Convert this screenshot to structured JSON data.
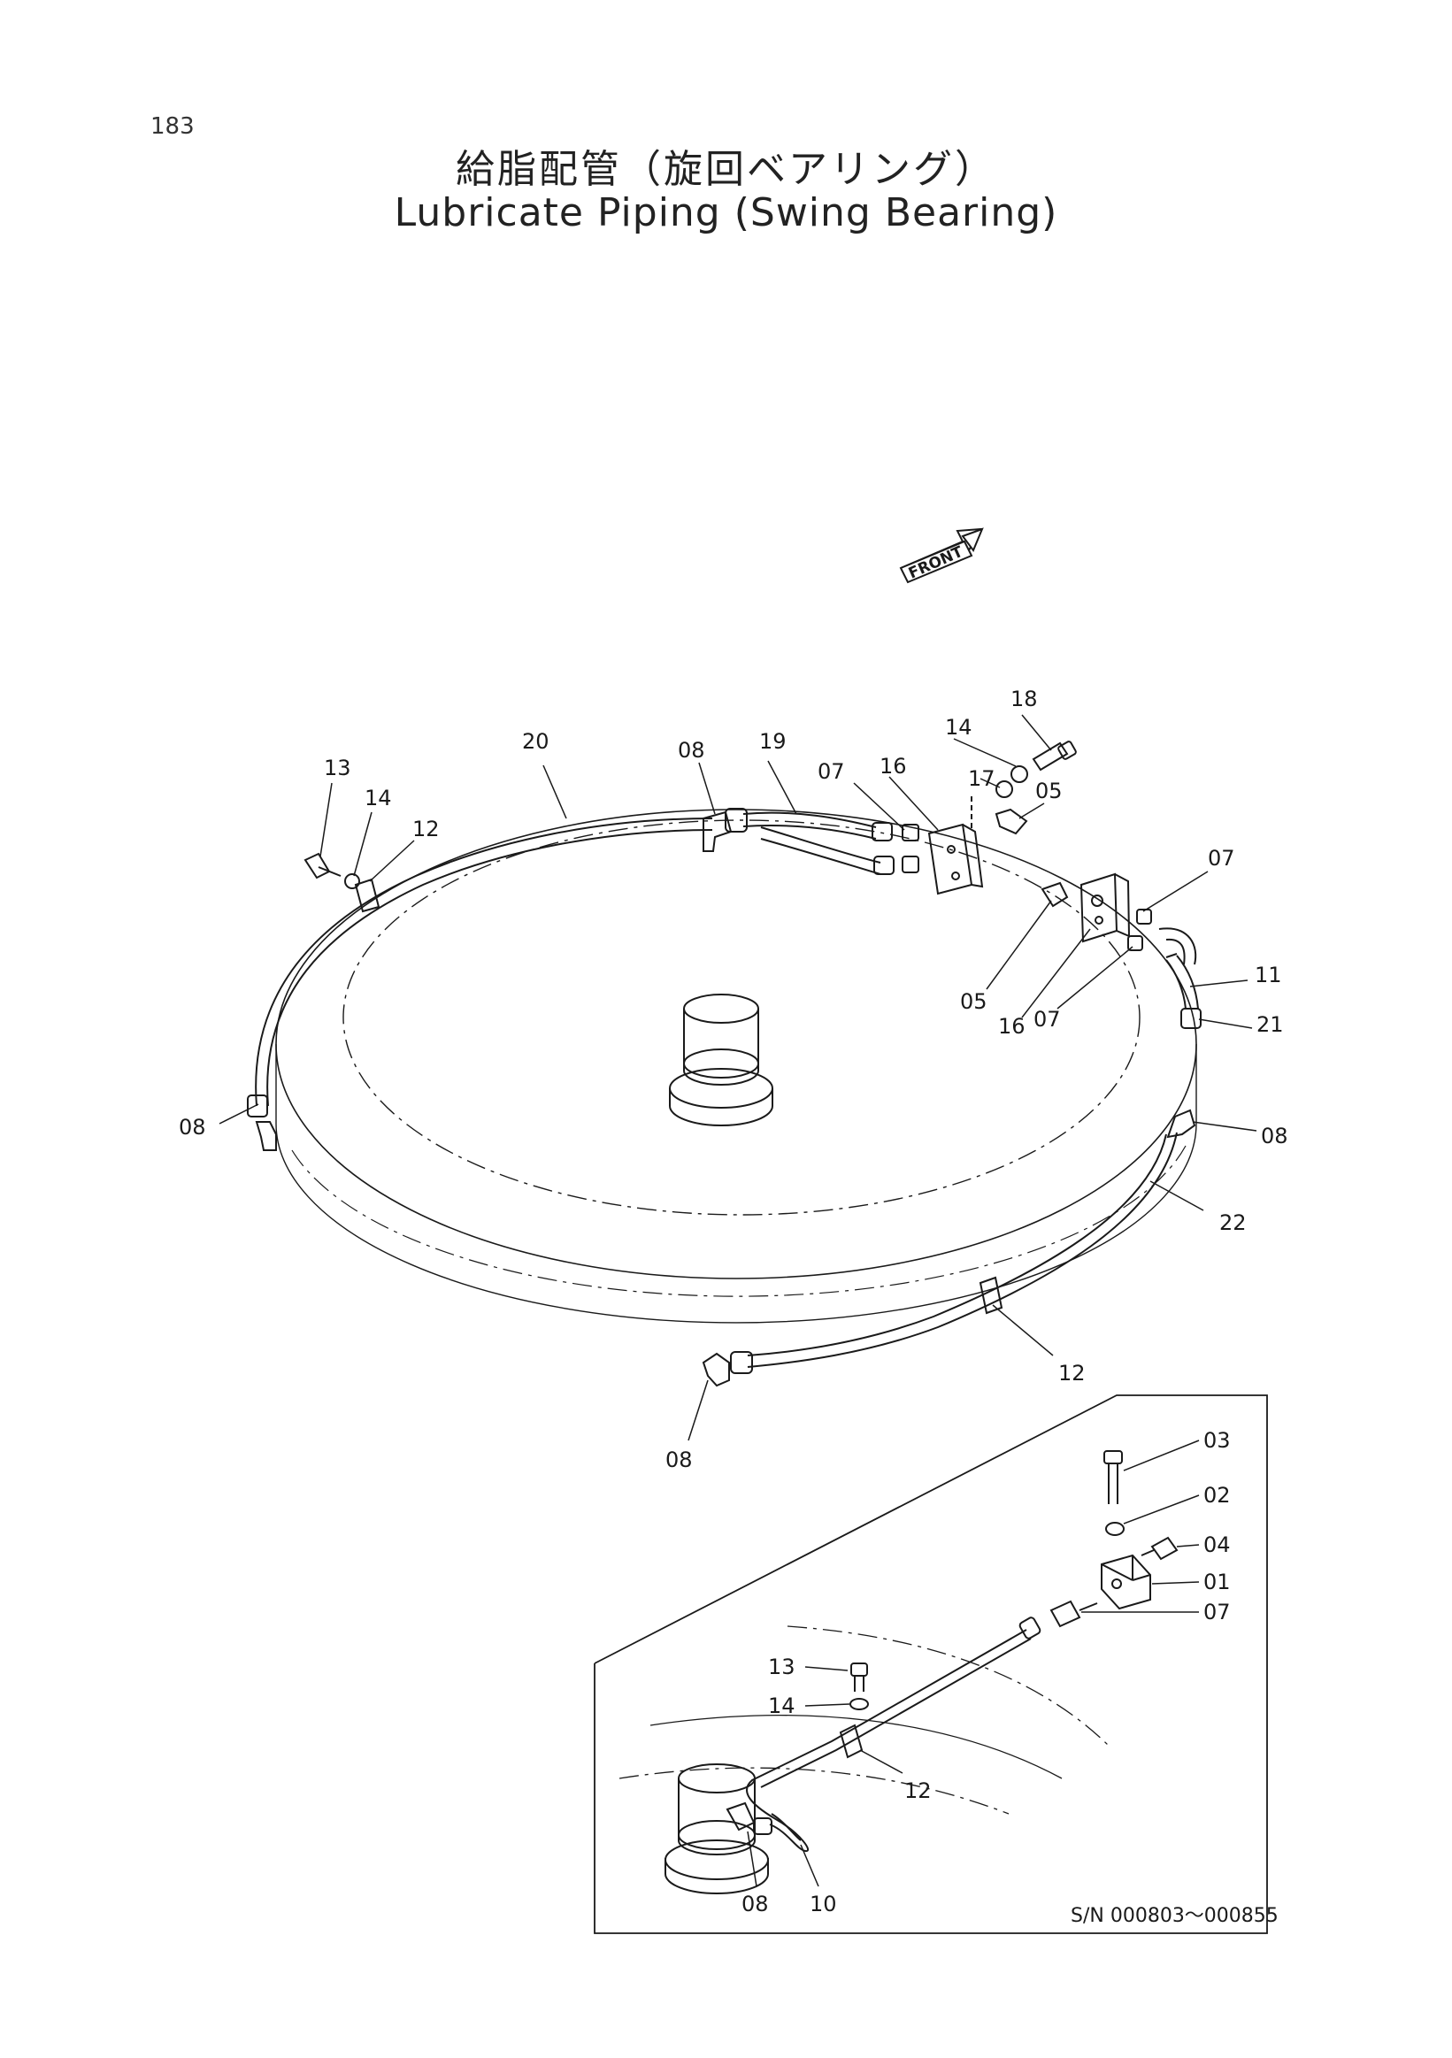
{
  "page_number": "183",
  "title": {
    "japanese": "給脂配管（旋回ベアリング）",
    "english": "Lubricate Piping (Swing Bearing)"
  },
  "front_indicator": "FRONT",
  "serial_range": "S/N  000803～000855",
  "callouts": {
    "c13a": "13",
    "c14a": "14",
    "c12a": "12",
    "c20": "20",
    "c08a": "08",
    "c19": "19",
    "c07a": "07",
    "c16a": "16",
    "c18": "18",
    "c14b": "14",
    "c17": "17",
    "c05a": "05",
    "c07b": "07",
    "c05b": "05",
    "c16b": "16",
    "c07c": "07",
    "c11": "11",
    "c21": "21",
    "c08b": "08",
    "c08c": "08",
    "c22": "22",
    "c12b": "12",
    "c08d": "08",
    "c03": "03",
    "c02": "02",
    "c04": "04",
    "c01": "01",
    "c07d": "07",
    "c13b": "13",
    "c14c": "14",
    "c12c": "12",
    "c08e": "08",
    "c10": "10"
  },
  "line_color": "#1a1a1a"
}
